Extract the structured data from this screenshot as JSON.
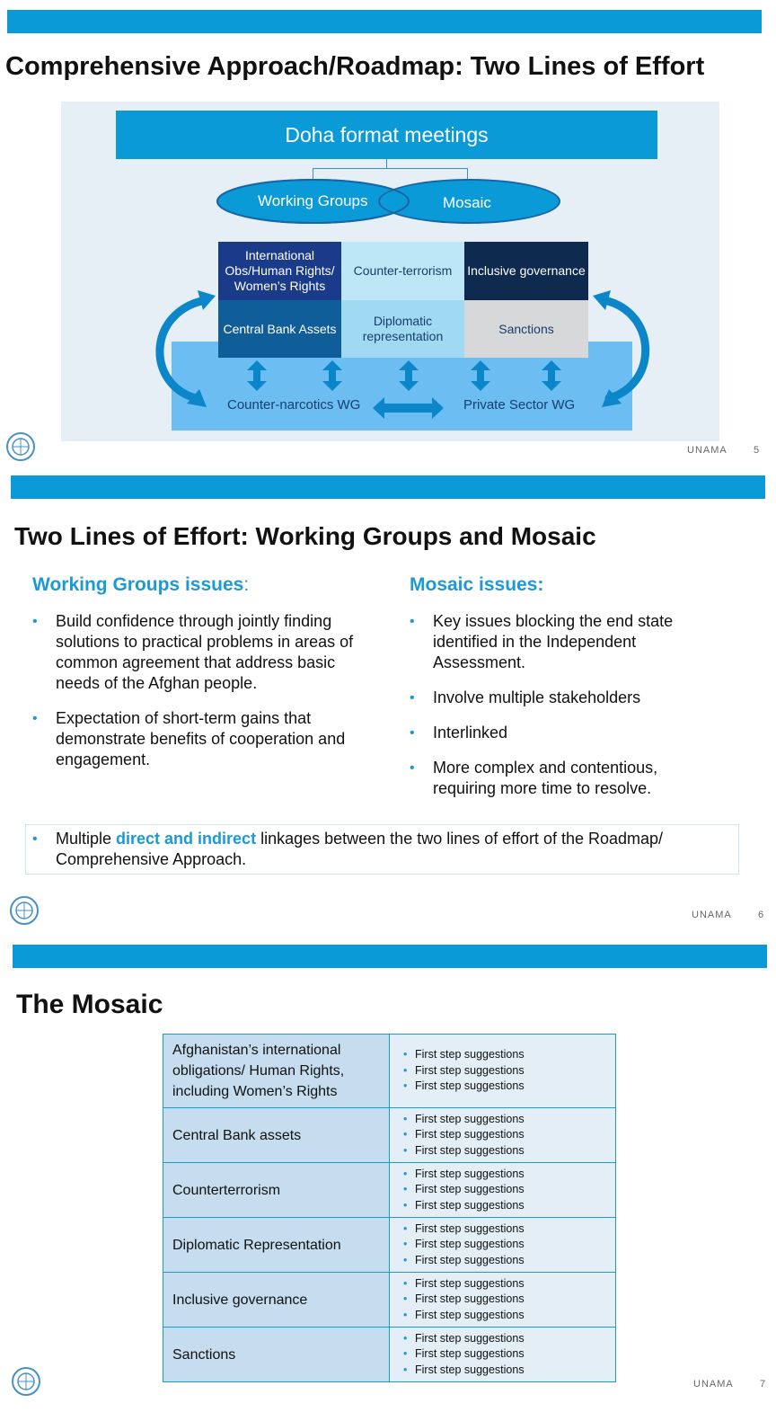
{
  "slides": [
    {
      "title": "Comprehensive Approach/Roadmap: Two Lines of Effort",
      "footer_org": "UNAMA",
      "page_number": "5",
      "diagram": {
        "header": "Doha format meetings",
        "ellipses": [
          "Working Groups",
          "Mosaic"
        ],
        "tiles": {
          "intl_obs": "International Obs/Human Rights/ Women’s Rights",
          "counter_terrorism": "Counter-terrorism",
          "inclusive_governance": "Inclusive governance",
          "central_bank": "Central Bank Assets",
          "diplomatic": "Diplomatic representation",
          "sanctions": "Sanctions"
        },
        "base_labels": [
          "Counter-narcotics WG",
          "Private Sector WG"
        ]
      }
    },
    {
      "title": "Two Lines of Effort: Working Groups and Mosaic",
      "footer_org": "UNAMA",
      "page_number": "6",
      "left_heading": "Working Groups issues",
      "left_heading_suffix": ":",
      "left_bullets": [
        "Build confidence through jointly finding solutions to practical problems in areas of common agreement that address basic needs of the Afghan people.",
        "Expectation of short-term gains that demonstrate benefits of cooperation and engagement."
      ],
      "right_heading": "Mosaic issues:",
      "right_bullets": [
        "Key issues blocking the end state identified in the Independent Assessment.",
        "Involve multiple stakeholders",
        "Interlinked",
        "More complex and contentious, requiring more time to resolve."
      ],
      "note": {
        "before": "Multiple ",
        "highlight": "direct and indirect",
        "after": " linkages between the two lines of effort of the Roadmap/ Comprehensive Approach."
      }
    },
    {
      "title": "The Mosaic",
      "footer_org": "UNAMA",
      "page_number": "7",
      "rows": [
        {
          "label": "Afghanistan’s international obligations/ Human Rights, including Women’s Rights",
          "items": [
            "First step suggestions",
            "First step suggestions",
            "First step suggestions"
          ]
        },
        {
          "label": "Central Bank assets",
          "items": [
            "First step suggestions",
            "First step suggestions",
            "First step suggestions"
          ]
        },
        {
          "label": "Counterterrorism",
          "items": [
            "First step suggestions",
            "First step suggestions",
            "First step suggestions"
          ]
        },
        {
          "label": "Diplomatic Representation",
          "items": [
            "First step suggestions",
            "First step suggestions",
            "First step suggestions"
          ]
        },
        {
          "label": "Inclusive governance",
          "items": [
            "First step suggestions",
            "First step suggestions",
            "First step suggestions"
          ]
        },
        {
          "label": "Sanctions",
          "items": [
            "First step suggestions",
            "First step suggestions",
            "First step suggestions"
          ]
        }
      ]
    }
  ],
  "colors": {
    "accent": "#0a9ad7",
    "heading_blue": "#1a9ad6",
    "table_label": "#c5ddee",
    "table_cell": "#e3eef7"
  },
  "icons": [
    "un-emblem-icon",
    "curved-arrow-icon",
    "double-arrow-icon"
  ]
}
